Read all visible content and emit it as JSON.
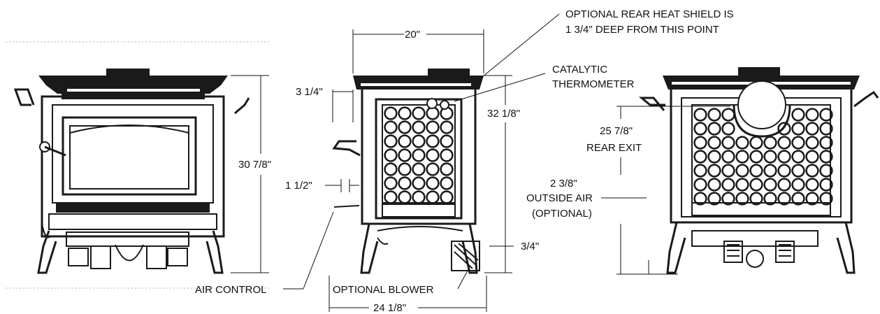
{
  "views": {
    "front": {
      "height_label": "30 7/8\""
    },
    "side": {
      "width_top_label": "20\"",
      "height_label": "32 1/8\"",
      "offset_top_label": "3 1/4\"",
      "offset_mid_label": "1 1/2\"",
      "offset_bottom_label": "3/4\"",
      "width_bottom_label": "24 1/8\""
    },
    "rear": {
      "rear_exit_value": "25 7/8\"",
      "rear_exit_text": "REAR EXIT",
      "outside_air_value": "2 3/8\"",
      "outside_air_text": "OUTSIDE AIR",
      "outside_air_note": "(OPTIONAL)"
    }
  },
  "callouts": {
    "heat_shield_line1": "OPTIONAL REAR HEAT SHIELD IS",
    "heat_shield_line2": "1 3/4\" DEEP FROM THIS POINT",
    "catalytic_line1": "CATALYTIC",
    "catalytic_line2": "THERMOMETER",
    "air_control": "AIR CONTROL",
    "optional_blower": "OPTIONAL BLOWER"
  }
}
